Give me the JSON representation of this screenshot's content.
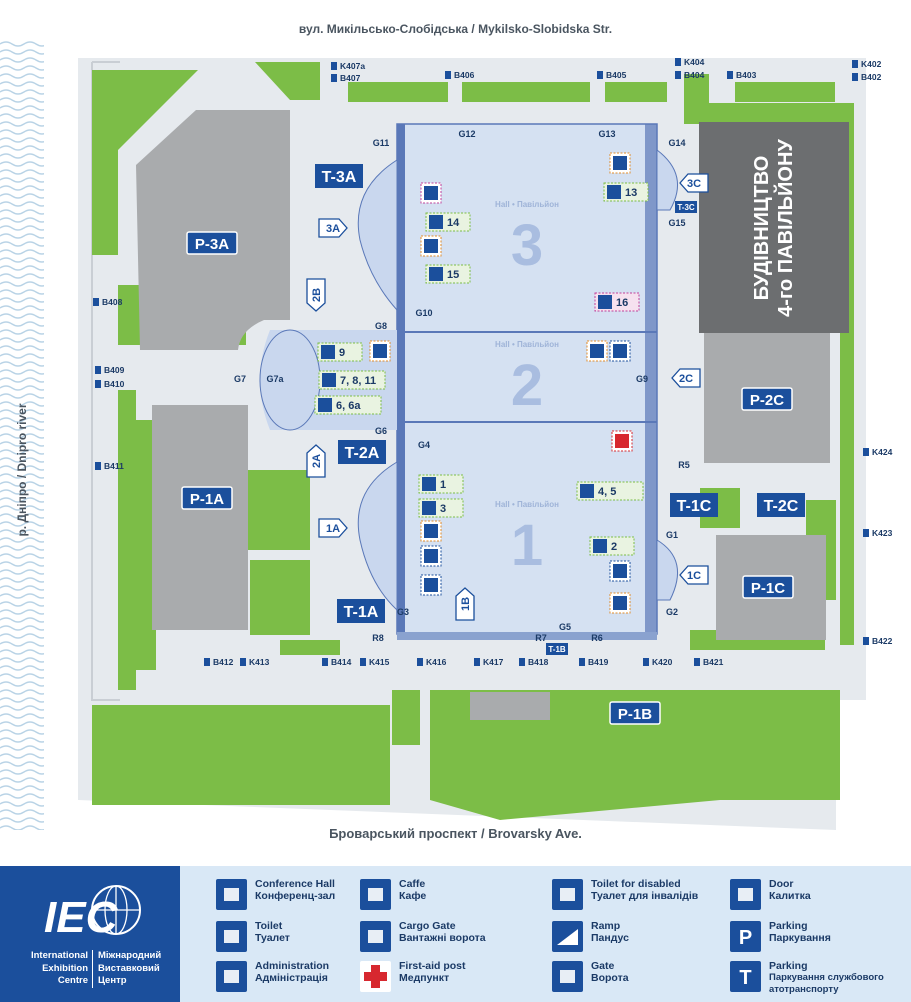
{
  "streets": {
    "top": "вул. Микільсько-Слобідська / Mykilsko-Slobidska Str.",
    "bottom": "Броварський проспект / Brovarsky Ave.",
    "river": "р. Дніпро / Dnipro river"
  },
  "halls": [
    {
      "number": "3",
      "caption": "Hall • Павільйон"
    },
    {
      "number": "2",
      "caption": "Hall • Павільйон"
    },
    {
      "number": "1",
      "caption": "Hall • Павільйон"
    }
  ],
  "construction": {
    "line1": "БУДІВНИЦТВО",
    "line2": "4-го ПАВІЛЬЙОНУ"
  },
  "parkings": [
    "P-3A",
    "P-1A",
    "P-2C",
    "P-1C",
    "P-1B"
  ],
  "terminals": [
    "T-3A",
    "T-2A",
    "T-1A",
    "T-1C",
    "T-2C",
    "T-1B",
    "T-3C"
  ],
  "entrances": [
    "3A",
    "2B",
    "2A",
    "1A",
    "1B",
    "3C",
    "2C",
    "1C"
  ],
  "gates": [
    "G1",
    "G2",
    "G3",
    "G4",
    "G5",
    "G6",
    "G7",
    "G7a",
    "G8",
    "G9",
    "G10",
    "G11",
    "G12",
    "G13",
    "G14",
    "G15"
  ],
  "ramps": [
    "R5",
    "R6",
    "R7",
    "R8"
  ],
  "doors": [
    "B402",
    "B403",
    "B404",
    "B405",
    "B406",
    "B407",
    "B408",
    "B409",
    "B410",
    "B411",
    "B412",
    "B414",
    "B418",
    "B419",
    "B421",
    "B422",
    "K402",
    "K404",
    "K407a",
    "K413",
    "K415",
    "K416",
    "K417",
    "K420",
    "K423",
    "K424"
  ],
  "conference_halls": [
    "14",
    "15",
    "13",
    "16",
    "9",
    "7, 8, 11",
    "6, 6a",
    "1",
    "3",
    "4, 5",
    "2"
  ],
  "legend": {
    "logo_en": [
      "International",
      "Exhibition",
      "Centre"
    ],
    "logo_ua": [
      "Міжнародний",
      "Виставковий",
      "Центр"
    ],
    "items": [
      {
        "icon": "conference-hall-icon",
        "en": "Conference Hall",
        "ua": "Конференц-зал"
      },
      {
        "icon": "toilet-icon",
        "en": "Toilet",
        "ua": "Туалет"
      },
      {
        "icon": "administration-icon",
        "en": "Administration",
        "ua": "Адміністрація"
      },
      {
        "icon": "caffe-icon",
        "en": "Caffe",
        "ua": "Кафе"
      },
      {
        "icon": "cargo-gate-icon",
        "en": "Cargo Gate",
        "ua": "Вантажні ворота"
      },
      {
        "icon": "first-aid-icon",
        "en": "First-aid post",
        "ua": "Медпункт"
      },
      {
        "icon": "disabled-toilet-icon",
        "en": "Toilet for disabled",
        "ua": "Туалет для інвалідів"
      },
      {
        "icon": "ramp-icon",
        "en": "Ramp",
        "ua": "Пандус"
      },
      {
        "icon": "gate-icon",
        "en": "Gate",
        "ua": "Ворота"
      },
      {
        "icon": "door-icon",
        "en": "Door",
        "ua": "Калитка"
      },
      {
        "icon": "parking-icon",
        "en": "Parking",
        "ua": "Паркування"
      },
      {
        "icon": "service-parking-icon",
        "en": "Parking",
        "ua": "Паркування службового атотранспорту"
      }
    ]
  },
  "colors": {
    "green": "#7cbd47",
    "blue": "#1b4f9c",
    "hall": "#d5e1f2",
    "road": "#e8ebee",
    "parking": "#a9abad",
    "construction": "#6c6e70"
  }
}
